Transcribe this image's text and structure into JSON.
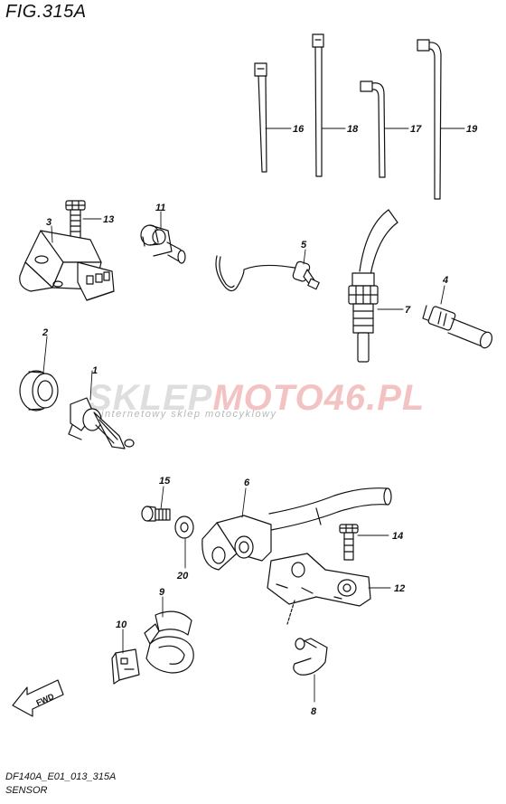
{
  "figure": {
    "title": "FIG.315A",
    "code": "DF140A_E01_013_315A",
    "name": "SENSOR"
  },
  "watermark": {
    "brand_a": "SKLEP",
    "brand_b": "MOTO46.PL",
    "tagline": "internetowy sklep motocyklowy"
  },
  "fwd_label": "FWD",
  "callouts": [
    "1",
    "2",
    "3",
    "4",
    "5",
    "6",
    "7",
    "8",
    "9",
    "10",
    "11",
    "12",
    "13",
    "14",
    "15",
    "16",
    "17",
    "18",
    "19",
    "20"
  ]
}
